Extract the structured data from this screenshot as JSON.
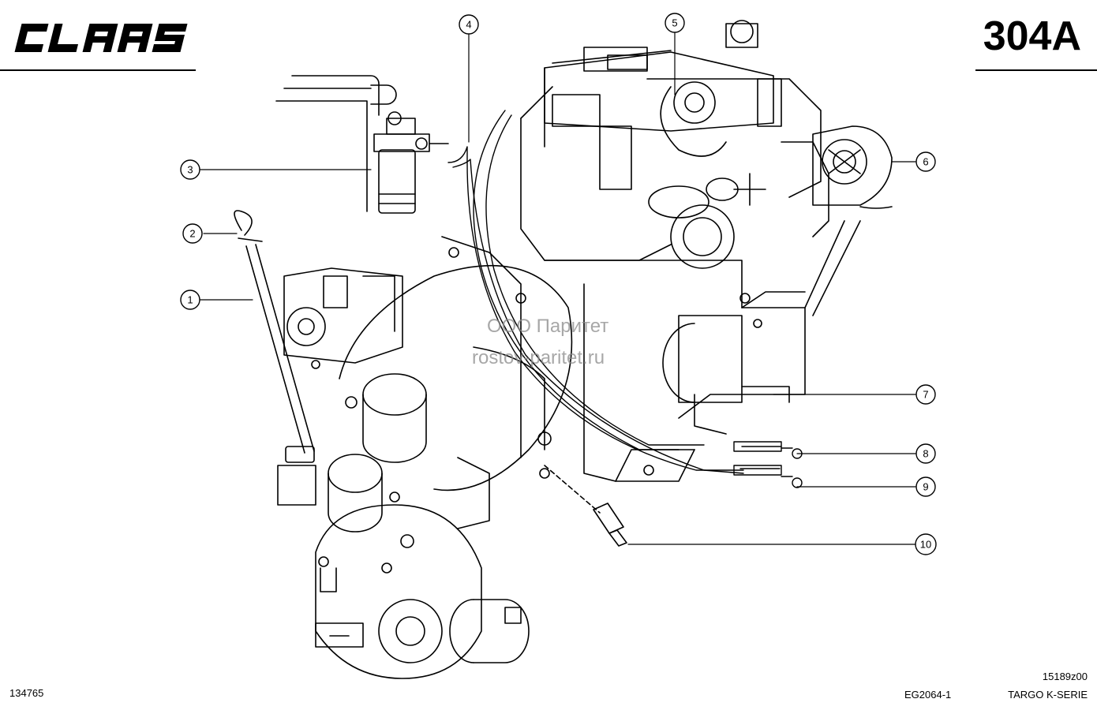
{
  "header": {
    "logo_text": "CLAAS",
    "page_code": "304A"
  },
  "callouts": [
    "1",
    "2",
    "3",
    "4",
    "5",
    "6",
    "7",
    "8",
    "9",
    "10"
  ],
  "watermark": {
    "line1": "ООО Паритет",
    "line2": "rostov-paritet.ru"
  },
  "footer": {
    "image_number": "134765",
    "drawing_code": "EG2064-1",
    "revision": "15189z00",
    "series": "TARGO K-SERIE"
  }
}
